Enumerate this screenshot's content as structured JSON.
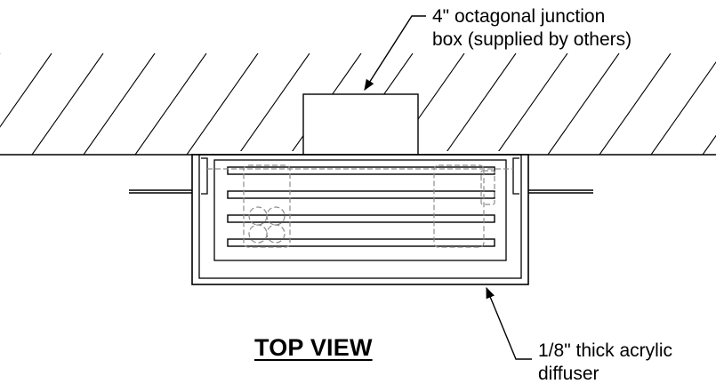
{
  "callouts": {
    "junction_box": {
      "line1": "4\" octagonal junction",
      "line2": "box (supplied by others)"
    },
    "diffuser": {
      "line1": "1/8\" thick acrylic",
      "line2": "diffuser"
    }
  },
  "view_title": "TOP VIEW",
  "colors": {
    "line": "#000000",
    "hidden_line": "#8c8c8c",
    "background": "#ffffff"
  }
}
